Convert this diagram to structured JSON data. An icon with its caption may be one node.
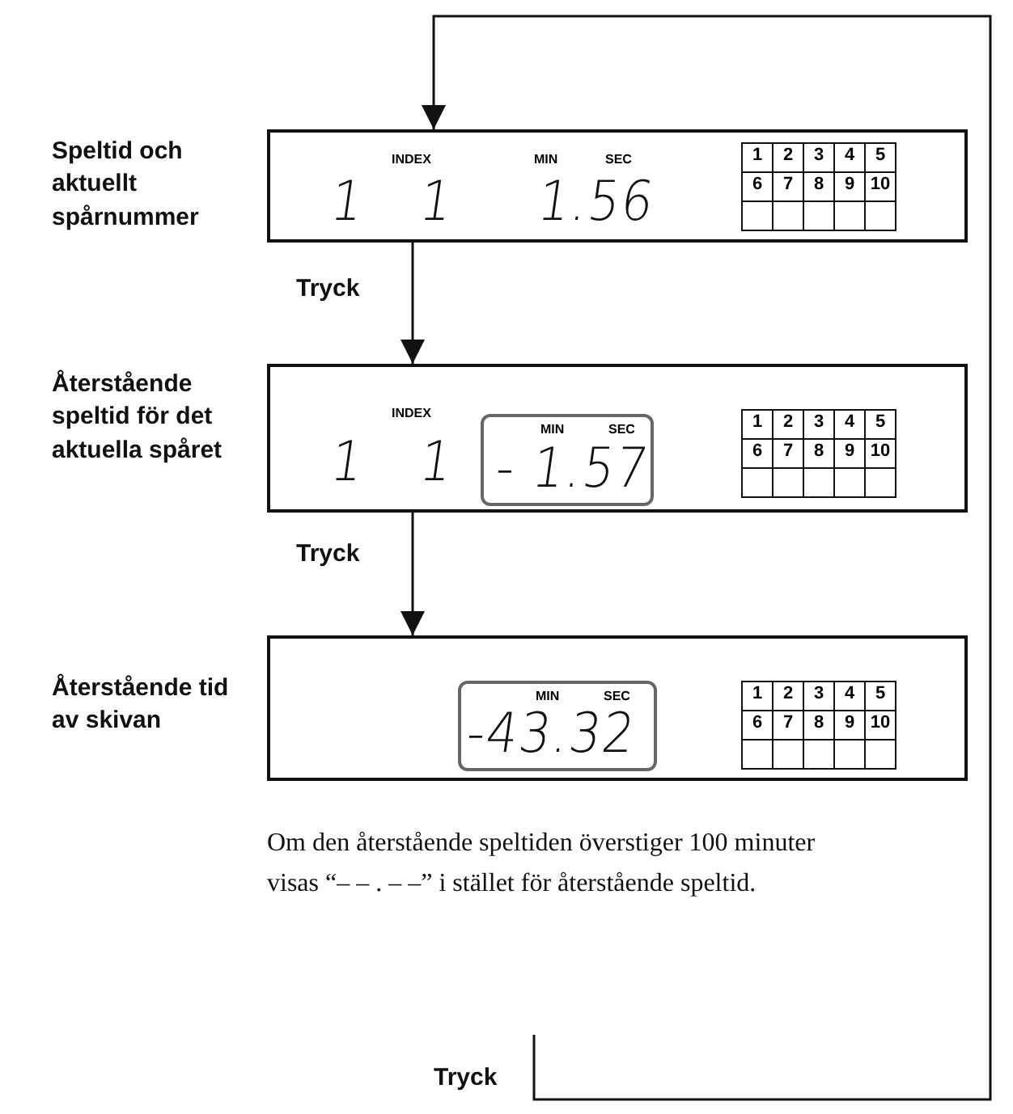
{
  "diagram": {
    "nodes": [
      {
        "text": [
          "INDEX",
          "MIN",
          "SEC",
          "1",
          "1",
          "1.56"
        ],
        "beside": [
          "Speltid och aktuellt spårnummer"
        ]
      },
      {
        "text": [
          "1",
          "2",
          "3",
          "4",
          "5",
          "6",
          "7",
          "8",
          "9",
          "10"
        ],
        "in": 0
      },
      {
        "text": [
          "INDEX",
          "1",
          "1"
        ],
        "beside": [
          "Återstående speltid för det aktuella spåret"
        ]
      },
      {
        "text": [
          "MIN",
          "SEC",
          "- 1.57"
        ],
        "in": 2
      },
      {
        "text": [
          "1",
          "2",
          "3",
          "4",
          "5",
          "6",
          "7",
          "8",
          "9",
          "10"
        ],
        "in": 2
      },
      {
        "text": [],
        "shape": "box",
        "beside": [
          "Återstående tid av skivan"
        ]
      },
      {
        "text": [
          "MIN",
          "SEC",
          "-43.32"
        ],
        "in": 5
      },
      {
        "text": [
          "1",
          "2",
          "3",
          "4",
          "5",
          "6",
          "7",
          "8",
          "9",
          "10"
        ],
        "in": 5
      }
    ],
    "edges": [
      {
        "from": 0,
        "to": 2,
        "arrow": "to",
        "label": "Tryck"
      },
      {
        "from": 2,
        "to": 5,
        "arrow": "to",
        "label": "Tryck"
      },
      {
        "from": null,
        "to": 0,
        "arrow": "to",
        "label": "Tryck"
      }
    ],
    "labels": [
      "Om den återstående speltiden överstiger 100 minuter visas “– – . – –” i stället för återstående speltid."
    ]
  }
}
